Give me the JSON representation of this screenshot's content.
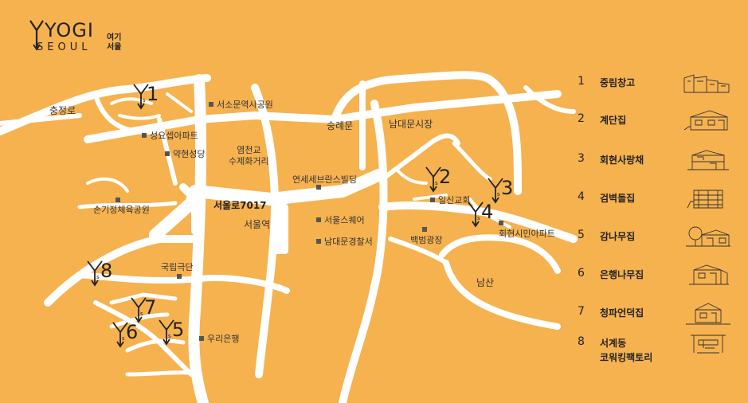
{
  "logo": {
    "wordmark": "YOGI",
    "sub": "SEOUL",
    "korean_top": "여기",
    "korean_bottom": "서울"
  },
  "map": {
    "places": {
      "chungjeongno": "충정로",
      "seosomun_park": "서소문역사공원",
      "sungnyemun": "숭례문",
      "namdaemun_market": "남대문시장",
      "seongyo_apt": "성요셉아파트",
      "yakhyeon_church": "약현성당",
      "yeomcheon_bridge": "염천교\n수제화거리",
      "severance_building": "연세세브란스빌딩",
      "seoullo": "서울로7017",
      "seoul_station": "서울역",
      "seoul_square": "서울스퀘어",
      "namdaemun_police": "남대문경찰서",
      "sonkijeong_park": "손기정체육공원",
      "ilshin_church": "일신교회",
      "hoehyeon_apt": "회현시민아파트",
      "baekbeom_square": "백범광장",
      "namsan": "남산",
      "national_theater": "국립극단",
      "woori_bank": "우리은행"
    },
    "pins": [
      "1",
      "2",
      "3",
      "4",
      "5",
      "6",
      "7",
      "8"
    ]
  },
  "legend": [
    {
      "num": "1",
      "name": "중림창고"
    },
    {
      "num": "2",
      "name": "계단집"
    },
    {
      "num": "3",
      "name": "회현사랑채"
    },
    {
      "num": "4",
      "name": "검벽돌집"
    },
    {
      "num": "5",
      "name": "감나무집"
    },
    {
      "num": "6",
      "name": "은행나무집"
    },
    {
      "num": "7",
      "name": "청파언덕집"
    },
    {
      "num": "8",
      "name": "서계동\n코워킹팩토리"
    }
  ],
  "colors": {
    "background": "#f6b24f",
    "road": "#ffffff",
    "text": "#222222"
  }
}
